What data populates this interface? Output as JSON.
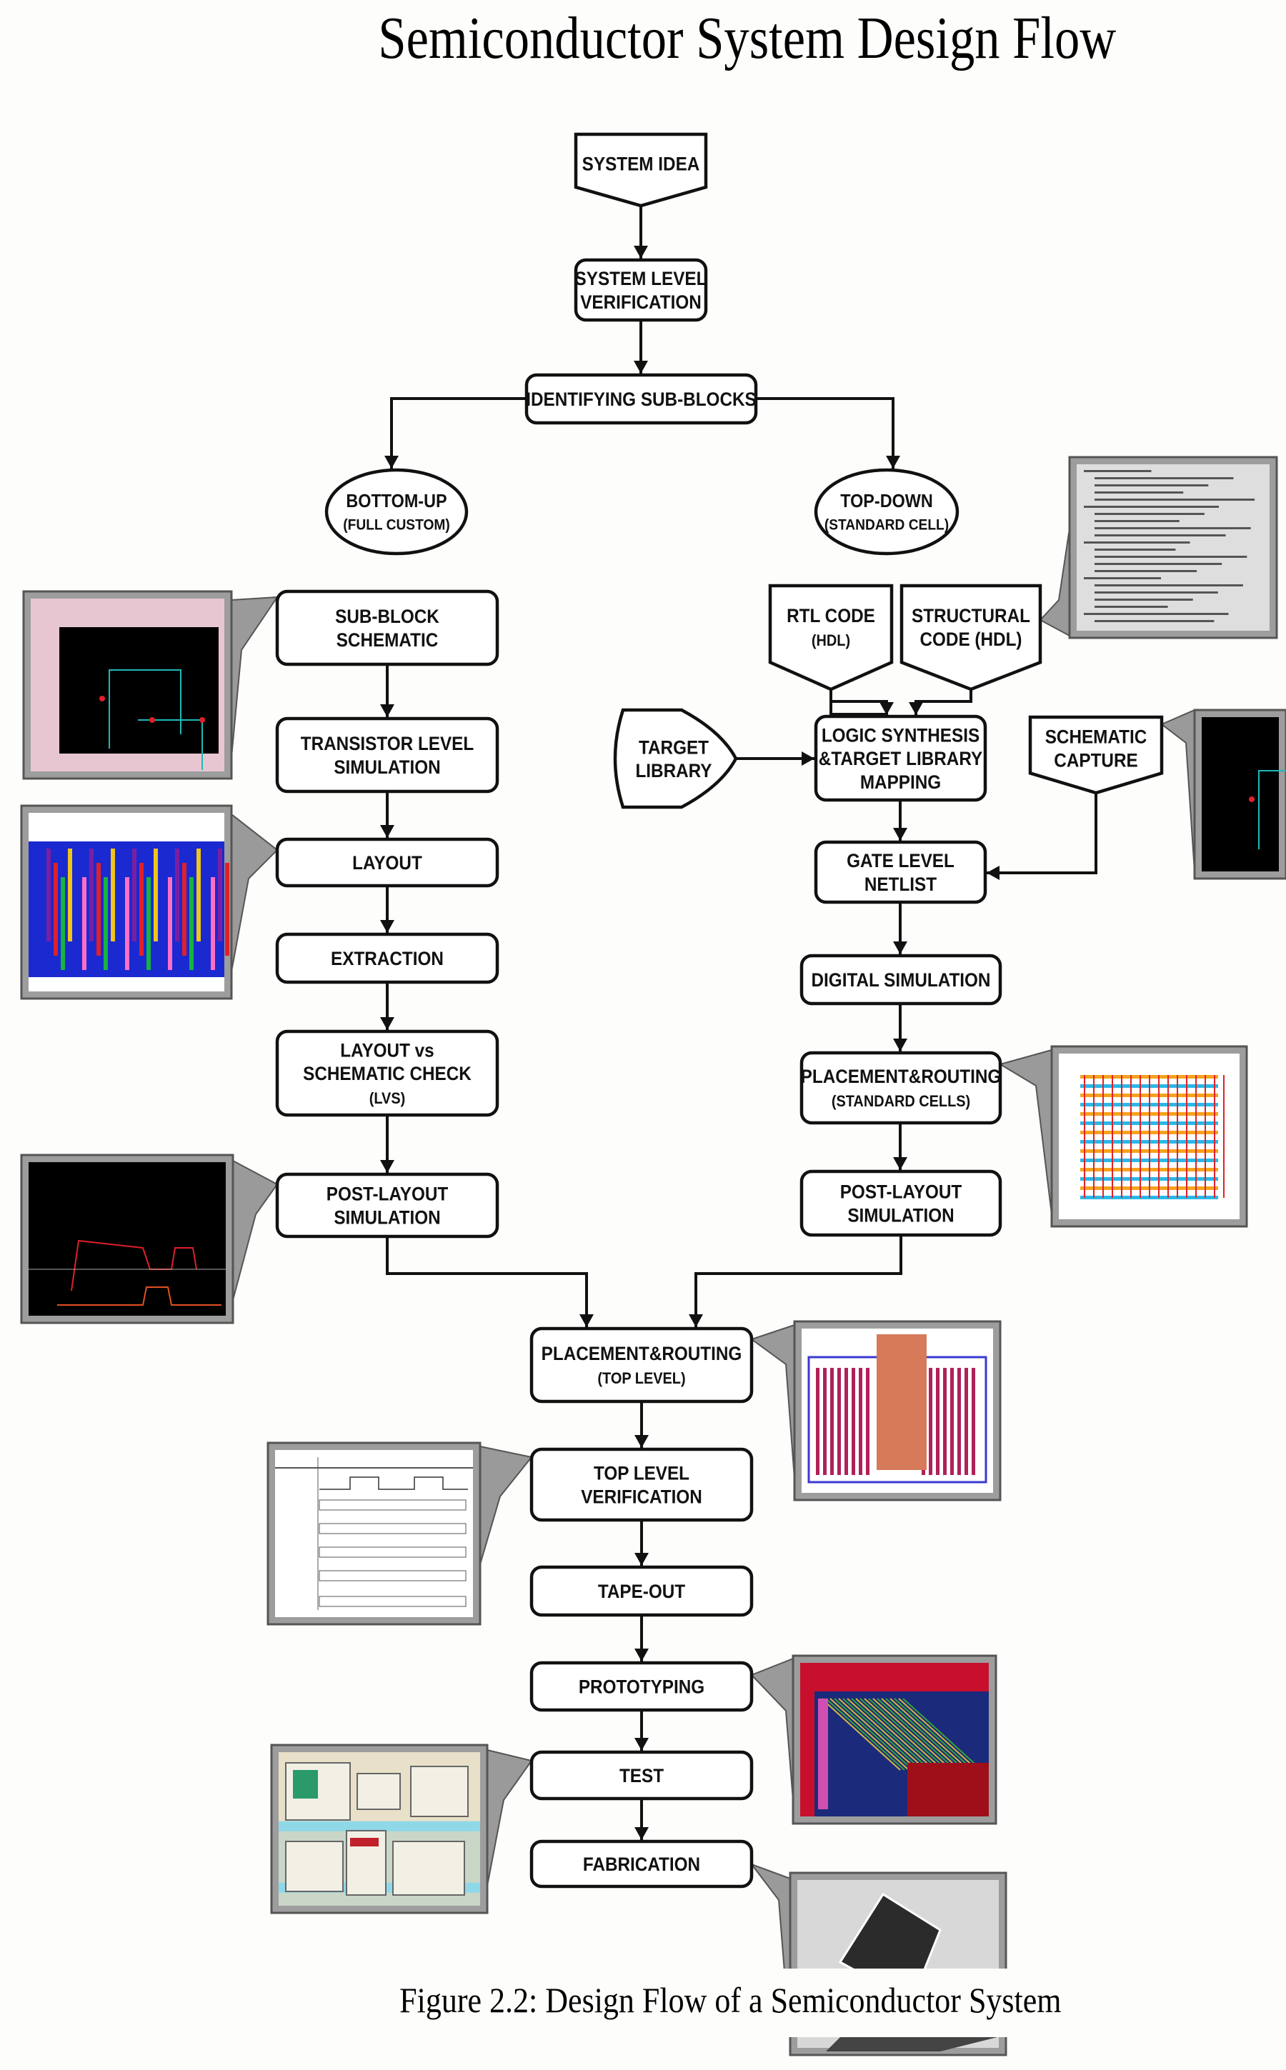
{
  "title": "Semiconductor System Design Flow",
  "caption": "Figure 2.2:  Design Flow of a Semiconductor System",
  "nodes": {
    "system_idea": [
      "SYSTEM IDEA"
    ],
    "system_level_verification": [
      "SYSTEM LEVEL",
      "VERIFICATION"
    ],
    "identifying_sub_blocks": [
      "IDENTIFYING SUB-BLOCKS"
    ],
    "bottom_up": [
      "BOTTOM-UP",
      "(FULL CUSTOM)"
    ],
    "top_down": [
      "TOP-DOWN",
      "(STANDARD CELL)"
    ],
    "sub_block_schematic": [
      "SUB-BLOCK",
      "SCHEMATIC"
    ],
    "transistor_level_simulation": [
      "TRANSISTOR LEVEL",
      "SIMULATION"
    ],
    "layout": [
      "LAYOUT"
    ],
    "extraction": [
      "EXTRACTION"
    ],
    "lvs": [
      "LAYOUT vs",
      "SCHEMATIC CHECK",
      "(LVS)"
    ],
    "post_layout_simulation_left": [
      "POST-LAYOUT",
      "SIMULATION"
    ],
    "rtl_code": [
      "RTL CODE",
      "(HDL)"
    ],
    "structural_code": [
      "STRUCTURAL",
      "CODE  (HDL)"
    ],
    "target_library": [
      "TARGET",
      "LIBRARY"
    ],
    "logic_synthesis": [
      "LOGIC SYNTHESIS",
      "&TARGET LIBRARY",
      "MAPPING"
    ],
    "schematic_capture": [
      "SCHEMATIC",
      "CAPTURE"
    ],
    "gate_level_netlist": [
      "GATE LEVEL",
      "NETLIST"
    ],
    "digital_simulation": [
      "DIGITAL SIMULATION"
    ],
    "pr_standard_cells": [
      "PLACEMENT&ROUTING",
      "(STANDARD CELLS)"
    ],
    "post_layout_simulation_right": [
      "POST-LAYOUT",
      "SIMULATION"
    ],
    "pr_top_level": [
      "PLACEMENT&ROUTING",
      "(TOP LEVEL)"
    ],
    "top_level_verification": [
      "TOP LEVEL",
      "VERIFICATION"
    ],
    "tape_out": [
      "TAPE-OUT"
    ],
    "prototyping": [
      "PROTOTYPING"
    ],
    "test": [
      "TEST"
    ],
    "fabrication": [
      "FABRICATION"
    ]
  },
  "thumbnails": {
    "schematic_editor": "Composer-Schematic Editing: inverter schematic",
    "layout_editor": "layout editor",
    "hdl_code": "HDL code listing",
    "schematic_capture_editor": "schematic capture editor",
    "std_cell_routing": "standard cell placement & routing",
    "post_layout_waveform": "post-layout simulation waveforms",
    "top_level_layout": "top level layout",
    "timing_diagram": "top level verification timing diagram",
    "chip_prototype": "prototype chip layout",
    "test_equipment": "test equipment photo",
    "packaged_chip": "packaged chip photo"
  },
  "colors": {
    "background": "#fdfdfb",
    "stroke": "#111111",
    "callout_gray": "#9a9a9a"
  }
}
